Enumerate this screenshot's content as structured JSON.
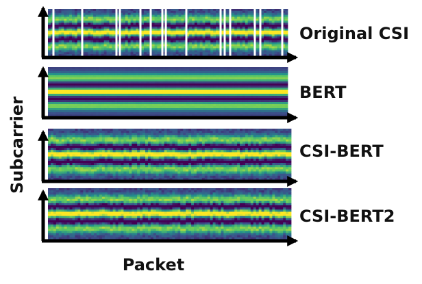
{
  "axes": {
    "y_label": "Subcarrier",
    "x_label": "Packet"
  },
  "panels": [
    {
      "label": "Original CSI",
      "pattern": "noisy-with-gaps"
    },
    {
      "label": "BERT",
      "pattern": "smooth"
    },
    {
      "label": "CSI-BERT",
      "pattern": "noisy"
    },
    {
      "label": "CSI-BERT2",
      "pattern": "noisy"
    }
  ],
  "colors": {
    "colormap": [
      "#440154",
      "#3b528b",
      "#21918c",
      "#5ec962",
      "#fde725"
    ],
    "axis": "#000000",
    "gap": "#ffffff"
  }
}
